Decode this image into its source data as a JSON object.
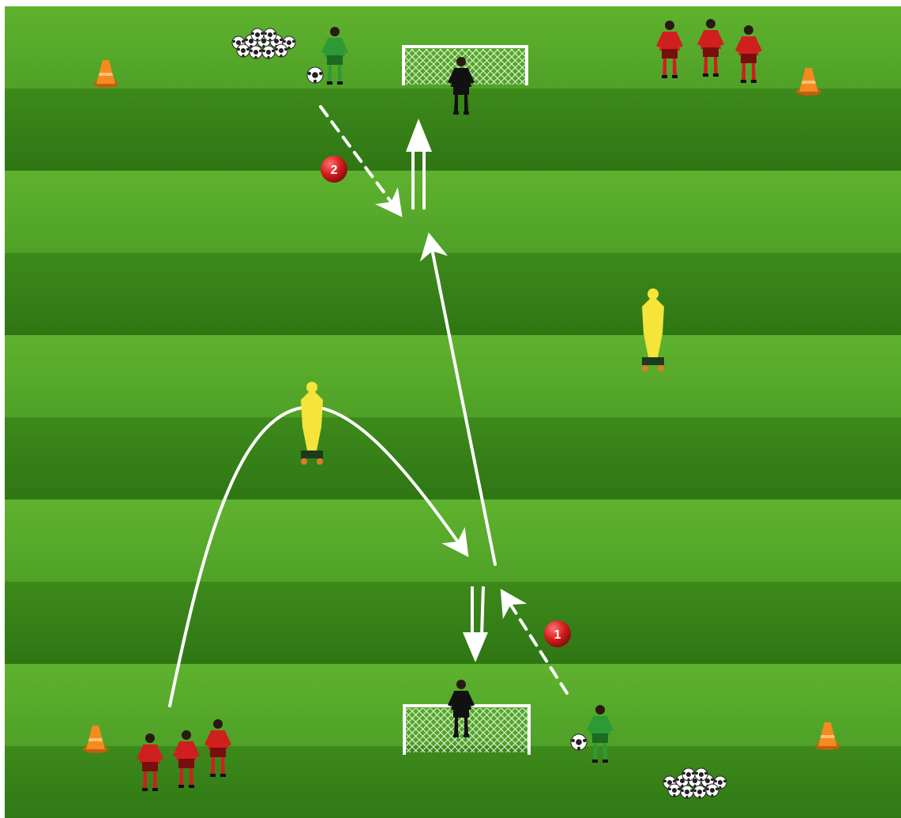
{
  "pitch": {
    "stripe_light": "#56a82a",
    "stripe_dark": "#3e8a1c",
    "line_color": "#ffffff"
  },
  "markers": [
    {
      "id": "1",
      "label": "1",
      "color": "#d31c1c"
    },
    {
      "id": "2",
      "label": "2",
      "color": "#d31c1c"
    }
  ],
  "teams": {
    "attackers_color": "#cf1f1f",
    "server_color": "#2e9a35",
    "goalkeeper_color": "#111111",
    "mannequin_color": "#f5e43a",
    "cone_color": "#f58a1f"
  },
  "icons": [
    "cone-icon",
    "ball-pile-icon",
    "goal-icon",
    "mannequin-icon",
    "player-icon",
    "goalkeeper-icon",
    "ball-icon"
  ]
}
